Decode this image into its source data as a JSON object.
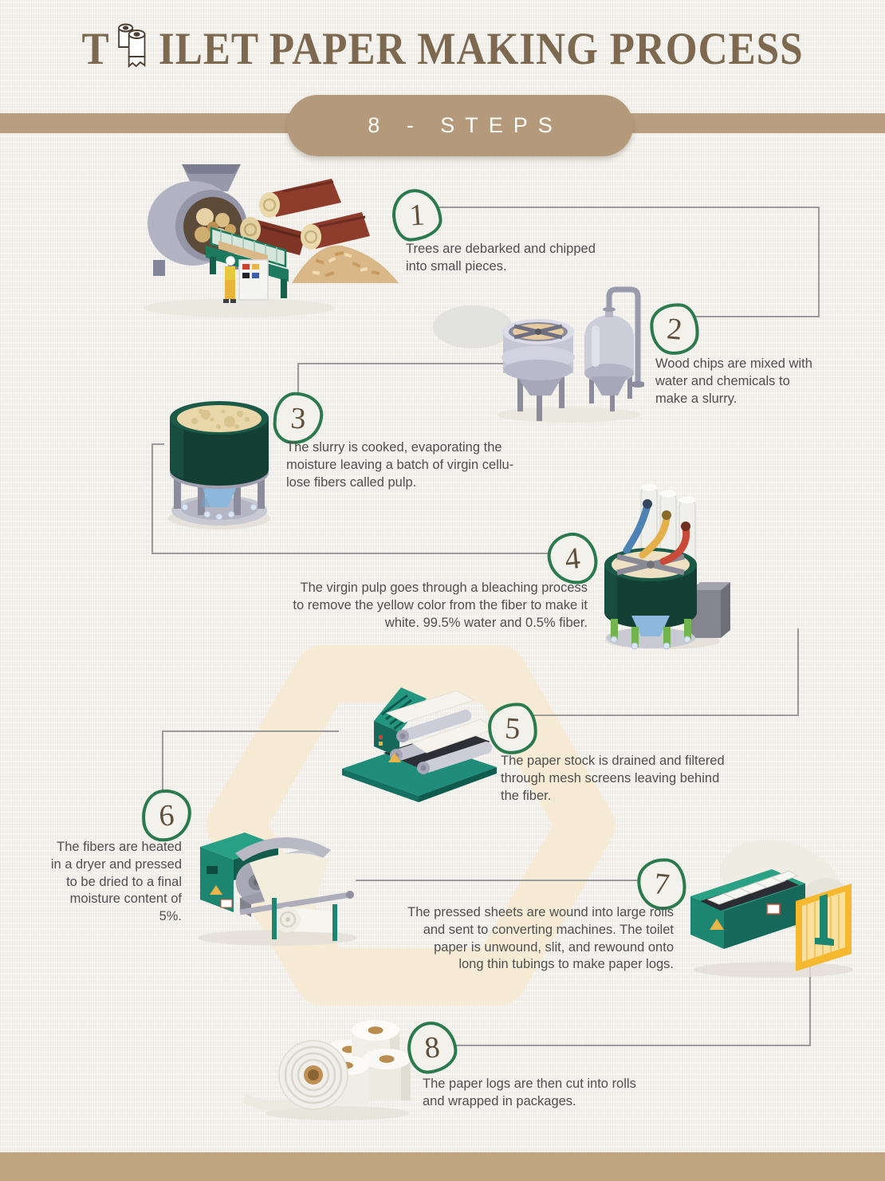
{
  "page": {
    "background": "#f3f1ec",
    "accent_green": "#2b7a4e",
    "band_tan": "#b89e80",
    "pill_tan": "#b49a7b",
    "title_brown": "#7c6950",
    "text_gray": "#4f4f4f",
    "line_gray": "#9b9b9b",
    "number_brown": "#5f4e3a",
    "machine_teal": "#1d8671",
    "tank_dark_green": "#133f34",
    "slurry_tan": "#e9d7aa",
    "guard_yellow": "#f5b82e"
  },
  "header": {
    "title_prefix": "T",
    "title_suffix": "ILET PAPER MAKING PROCESS",
    "title_full": "TOILET PAPER MAKING PROCESS",
    "roll_icon": "toilet-paper-roll-icon"
  },
  "banner": {
    "label": "8 - STEPS"
  },
  "steps": [
    {
      "number": "1",
      "illustration": "debarking-and-chipping-machine",
      "lines": [
        "Trees are debarked and chipped",
        "into small pieces."
      ]
    },
    {
      "number": "2",
      "illustration": "slurry-mixing-tanks",
      "lines": [
        "Wood chips are mixed with",
        "water and chemicals to",
        "make a slurry."
      ]
    },
    {
      "number": "3",
      "illustration": "slurry-cooking-tank",
      "lines": [
        "The slurry is cooked, evaporating the",
        "moisture leaving a batch of virgin cellu-",
        "lose fibers called pulp."
      ]
    },
    {
      "number": "4",
      "illustration": "bleaching-tank",
      "lines": [
        "The virgin pulp goes through a bleaching process",
        "to remove the yellow color from the fiber to make it",
        "white. 99.5% water and 0.5% fiber."
      ]
    },
    {
      "number": "5",
      "illustration": "drain-and-filter-machine",
      "lines": [
        "The paper stock is drained and filtered",
        "through mesh screens leaving behind",
        "the fiber."
      ]
    },
    {
      "number": "6",
      "illustration": "dryer-press-machine",
      "lines": [
        "The fibers are heated",
        "in a dryer and pressed",
        "to be dried to a final",
        "moisture content of",
        "5%."
      ]
    },
    {
      "number": "7",
      "illustration": "converting-machine",
      "lines": [
        "The pressed sheets are wound into large rolls",
        "and sent to converting machines. The toilet",
        "paper is unwound, slit, and rewound onto",
        "long thin tubings to make paper logs."
      ]
    },
    {
      "number": "8",
      "illustration": "finished-toilet-paper-rolls",
      "lines": [
        "The paper logs are then cut into rolls",
        "and wrapped in packages."
      ]
    }
  ]
}
